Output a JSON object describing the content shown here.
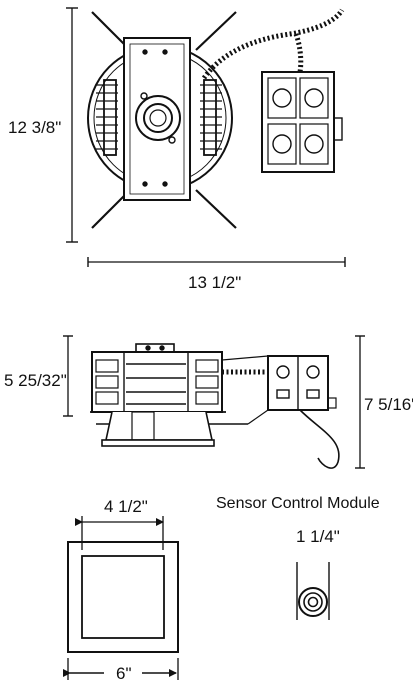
{
  "dimensions": {
    "top_height": "12 3/8\"",
    "top_width": "13 1/2\"",
    "side_height_left": "5 25/32\"",
    "side_height_right": "7 5/16\"",
    "trim_inner_width": "4 1/2\"",
    "trim_outer_width": "6\"",
    "sensor_width": "1 1/4\""
  },
  "labels": {
    "sensor_module": "Sensor Control Module"
  },
  "colors": {
    "line": "#111111",
    "background": "#ffffff"
  }
}
